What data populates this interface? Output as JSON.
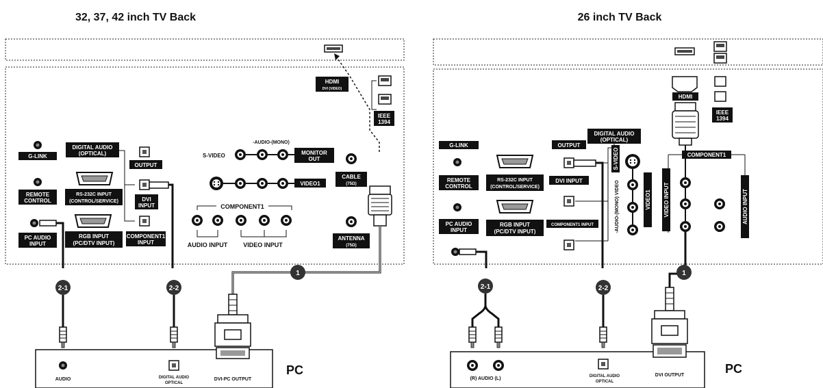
{
  "colors": {
    "ink": "#111111",
    "label_fill": "#111111",
    "panel_dash": "#222222",
    "jack_grey": "#bbbbbb"
  },
  "left": {
    "title": "32, 37, 42 inch TV Back",
    "hdmi_line1": "HDMI",
    "hdmi_line2": "DVI (VIDEO)",
    "ieee_line1": "IEEE",
    "ieee_line2": "1394",
    "g_link": "G-LINK",
    "remote_line1": "REMOTE",
    "remote_line2": "CONTROL",
    "pc_audio_line1": "PC AUDIO",
    "pc_audio_line2": "INPUT",
    "digital_audio_line1": "DIGITAL AUDIO",
    "digital_audio_line2": "(OPTICAL)",
    "output": "OUTPUT",
    "dvi_line1": "DVI",
    "dvi_line2": "INPUT",
    "component1_small_line1": "COMPONENT1",
    "component1_small_line2": "INPUT",
    "rs232_line1": "RS-232C INPUT",
    "rs232_line2": "(CONTROL/SERVICE)",
    "rgb_line1": "RGB INPUT",
    "rgb_line2": "(PC/DTV INPUT)",
    "audio_header": "-AUDIO-(MONO)",
    "s_video": "S-VIDEO",
    "monitor_line1": "MONITOR",
    "monitor_line2": "OUT",
    "video1": "VIDEO1",
    "component1": "COMPONENT1",
    "audio_input": "AUDIO INPUT",
    "video_input": "VIDEO INPUT",
    "cable_line1": "CABLE",
    "cable_line2": "(75Ω)",
    "antenna_line1": "ANTENNA",
    "antenna_line2": "(75Ω)",
    "badge_1": "1",
    "badge_2_1": "2-1",
    "badge_2_2": "2-2",
    "pc_audio": "AUDIO",
    "pc_optical_line1": "DIGITAL AUDIO",
    "pc_optical_line2": "OPTICAL",
    "pc_dvi": "DVI-PC OUTPUT",
    "pc_label": "PC"
  },
  "right": {
    "title": "26 inch TV Back",
    "hdmi": "HDMI",
    "ieee_line1": "IEEE",
    "ieee_line2": "1394",
    "g_link": "G-LINK",
    "remote_line1": "REMOTE",
    "remote_line2": "CONTROL",
    "pc_audio_line1": "PC AUDIO",
    "pc_audio_line2": "INPUT",
    "rs232_line1": "RS-232C INPUT",
    "rs232_line2": "(CONTROL/SERVICE)",
    "rgb_line1": "RGB INPUT",
    "rgb_line2": "(PC/DTV INPUT)",
    "output": "OUTPUT",
    "dvi_input": "DVI INPUT",
    "component1_input": "COMPONENT1 INPUT",
    "digital_audio_line1": "DIGITAL AUDIO",
    "digital_audio_line2": "(OPTICAL)",
    "s_video": "S-VIDEO",
    "audio_mono_video": "-AUDIO-(MONO) VIDEO",
    "video1": "VIDEO1",
    "component1": "COMPONENT1",
    "video_input": "VIDEO INPUT",
    "audio_input": "AUDIO INPUT",
    "badge_1": "1",
    "badge_2_1": "2-1",
    "badge_2_2": "2-2",
    "pc_audio": "(R) AUDIO (L)",
    "pc_optical_line1": "DIGITAL AUDIO",
    "pc_optical_line2": "OPTICAL",
    "pc_dvi": "DVI OUTPUT",
    "pc_label": "PC"
  }
}
